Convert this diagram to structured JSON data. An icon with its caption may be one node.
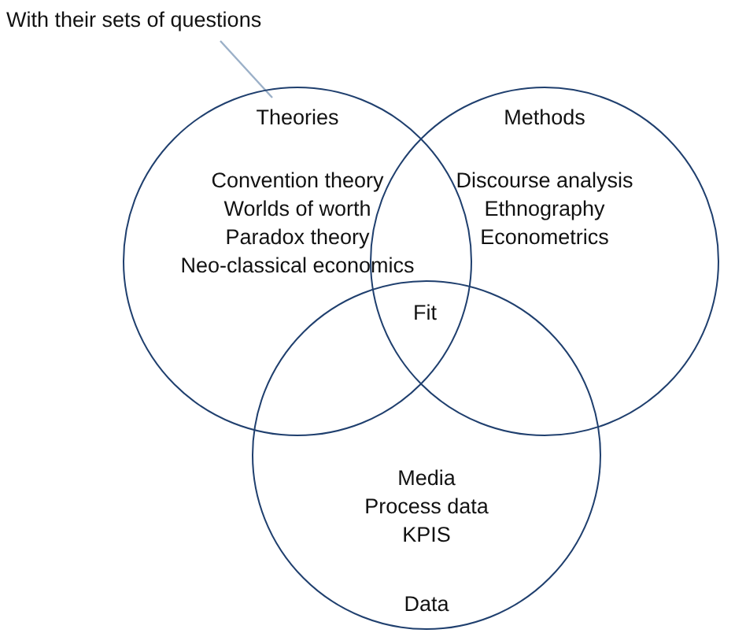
{
  "diagram": {
    "nodes": [
      {
        "text": [
          "With their sets of questions"
        ]
      },
      {
        "text": [
          "Theories",
          "Convention theory",
          "Worlds of worth",
          "Paradox theory",
          "Neo-classical economics"
        ]
      },
      {
        "text": [
          "Methods",
          "Discourse analysis",
          "Ethnography",
          "Econometrics"
        ]
      },
      {
        "text": [
          "Media",
          "Process data",
          "KPIS",
          "Data"
        ]
      }
    ],
    "edges": [
      {
        "from": 0,
        "to": 1,
        "arrow": "none"
      }
    ],
    "labels": [
      "Fit"
    ]
  }
}
